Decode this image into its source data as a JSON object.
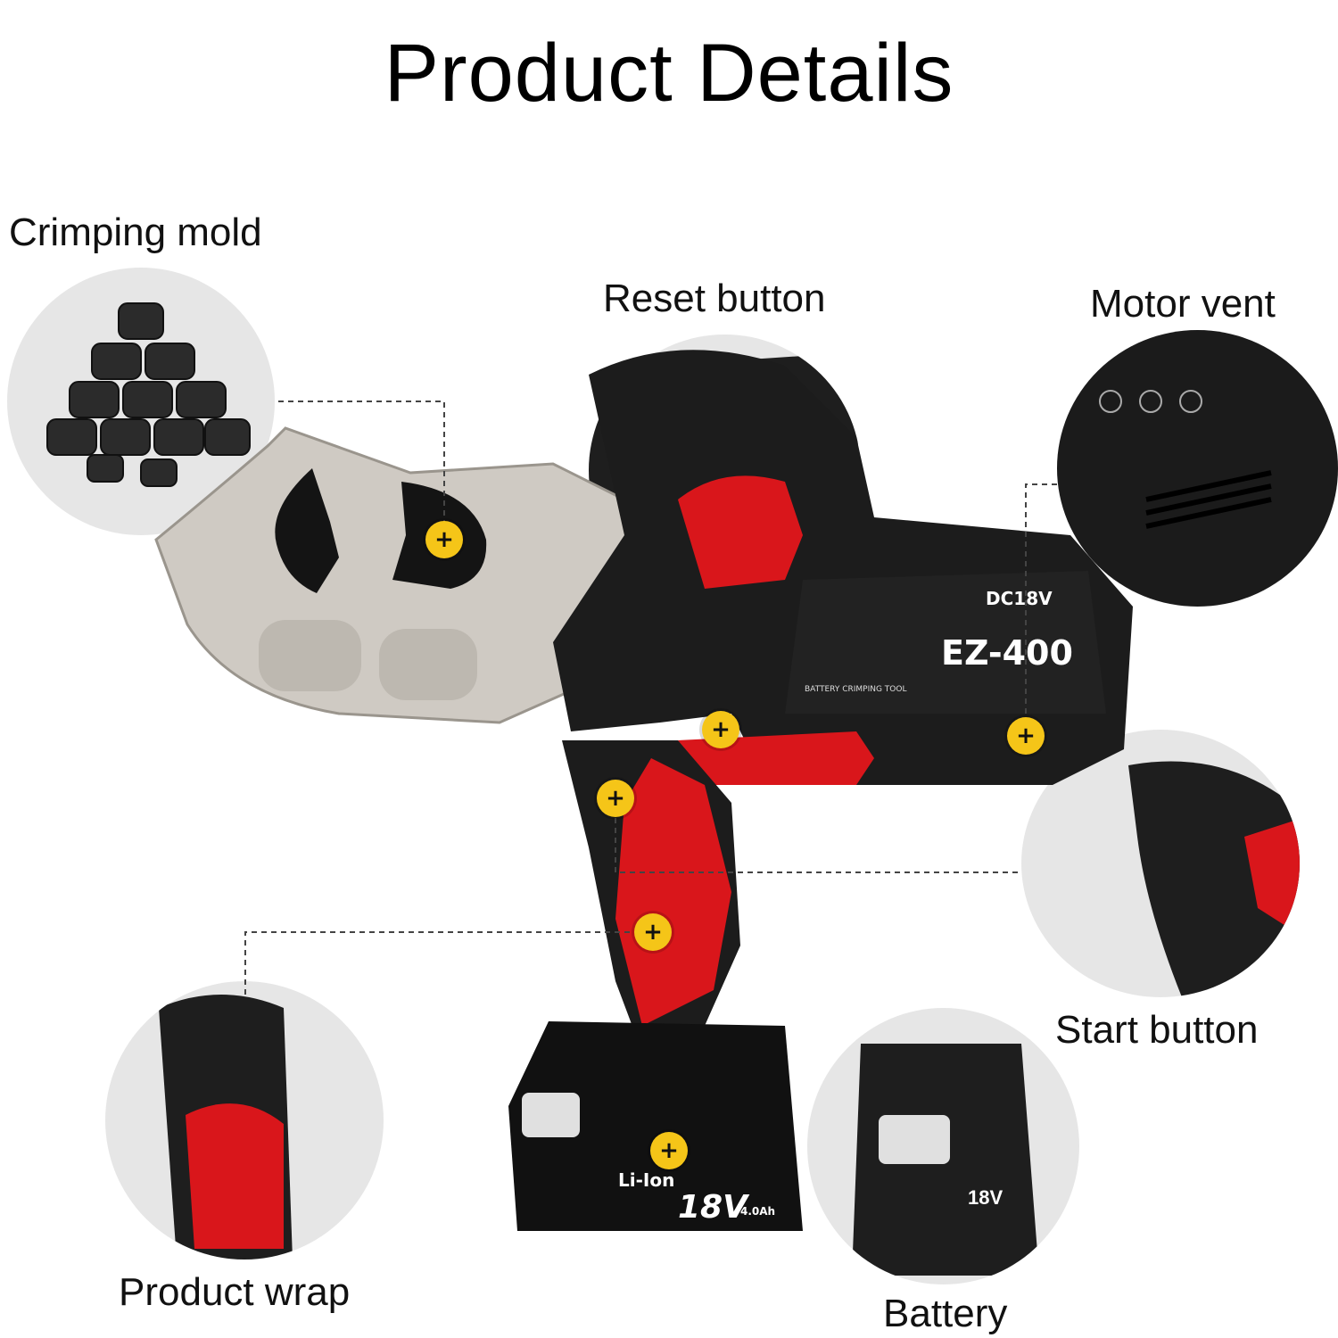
{
  "title": "Product Details",
  "callouts": {
    "crimping_mold": "Crimping mold",
    "reset_button": "Reset button",
    "motor_vent": "Motor vent",
    "start_button": "Start button",
    "product_wrap": "Product wrap",
    "battery": "Battery"
  },
  "product": {
    "voltage": "DC18V",
    "model": "EZ-400",
    "type": "BATTERY CRIMPING TOOL",
    "battery_chem": "Li-Ion",
    "battery_voltage": "18V",
    "battery_capacity": "4.0Ah"
  },
  "colors": {
    "accent": "#d9161b",
    "hotspot": "#f5c518",
    "body": "#1c1c1c",
    "metal": "#cfcac3"
  },
  "hotspot_symbol": "+"
}
